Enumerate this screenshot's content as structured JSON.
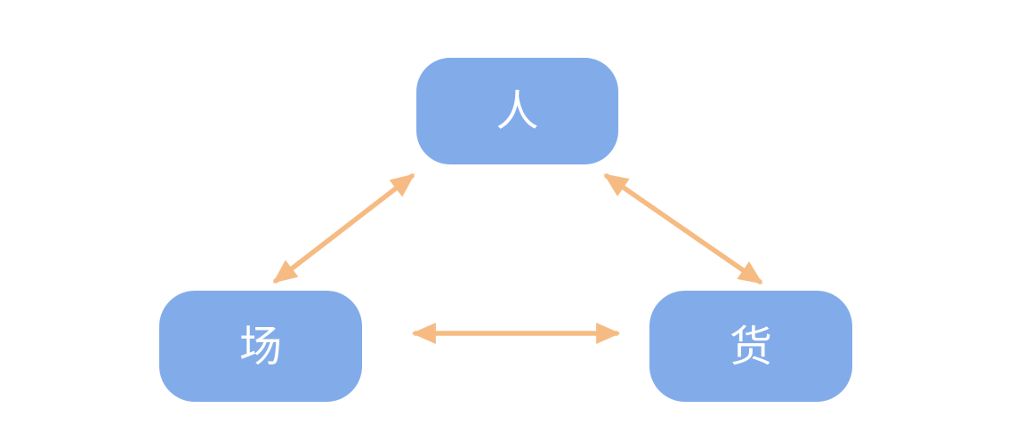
{
  "diagram": {
    "type": "triangle-relationship",
    "nodes": [
      {
        "id": "person",
        "label": "人"
      },
      {
        "id": "place",
        "label": "场"
      },
      {
        "id": "goods",
        "label": "货"
      }
    ],
    "edges": [
      {
        "from": "场",
        "to": "人",
        "direction": "bidirectional"
      },
      {
        "from": "人",
        "to": "货",
        "direction": "bidirectional"
      },
      {
        "from": "场",
        "to": "货",
        "direction": "bidirectional"
      }
    ],
    "colors": {
      "node_fill": "#82ace9",
      "node_text": "#ffffff",
      "arrow": "#f6bb82",
      "background": "#ffffff"
    }
  }
}
